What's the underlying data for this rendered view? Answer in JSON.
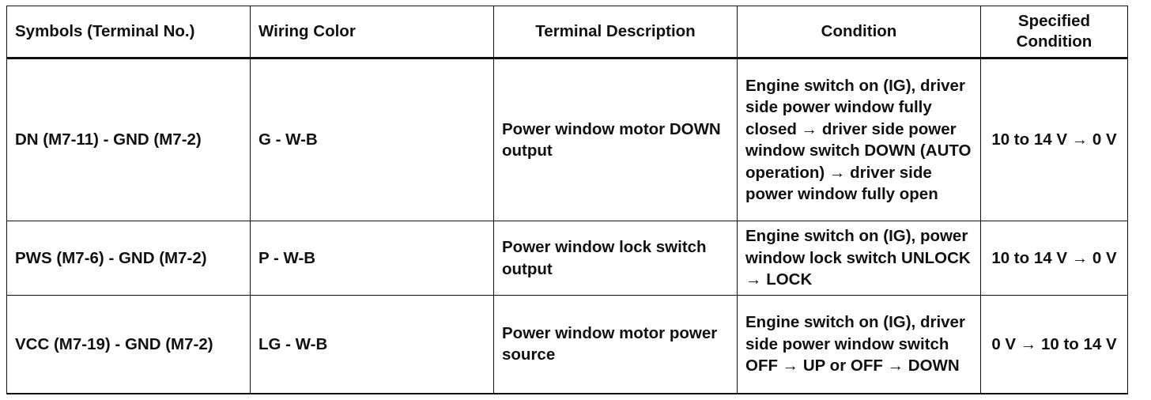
{
  "table": {
    "headers": [
      "Symbols (Terminal No.)",
      "Wiring Color",
      "Terminal Description",
      "Condition",
      "Specified Condition"
    ],
    "rows": [
      {
        "symbol": "DN (M7-11) - GND (M7-2)",
        "wiring_color": "G - W-B",
        "description": "Power window motor DOWN output",
        "condition": "Engine switch on (IG), driver side power window fully closed → driver side power window switch DOWN (AUTO operation) → driver side power window fully open",
        "specified": "10 to 14 V → 0 V"
      },
      {
        "symbol": "PWS (M7-6) - GND (M7-2)",
        "wiring_color": "P - W-B",
        "description": "Power window lock switch output",
        "condition": "Engine switch on (IG), power window lock switch UNLOCK → LOCK",
        "specified": "10 to 14 V → 0 V"
      },
      {
        "symbol": "VCC (M7-19) - GND (M7-2)",
        "wiring_color": "LG - W-B",
        "description": "Power window motor power source",
        "condition": "Engine switch on (IG), driver side power window switch OFF → UP or OFF → DOWN",
        "specified": "0 V → 10 to 14 V"
      }
    ]
  }
}
